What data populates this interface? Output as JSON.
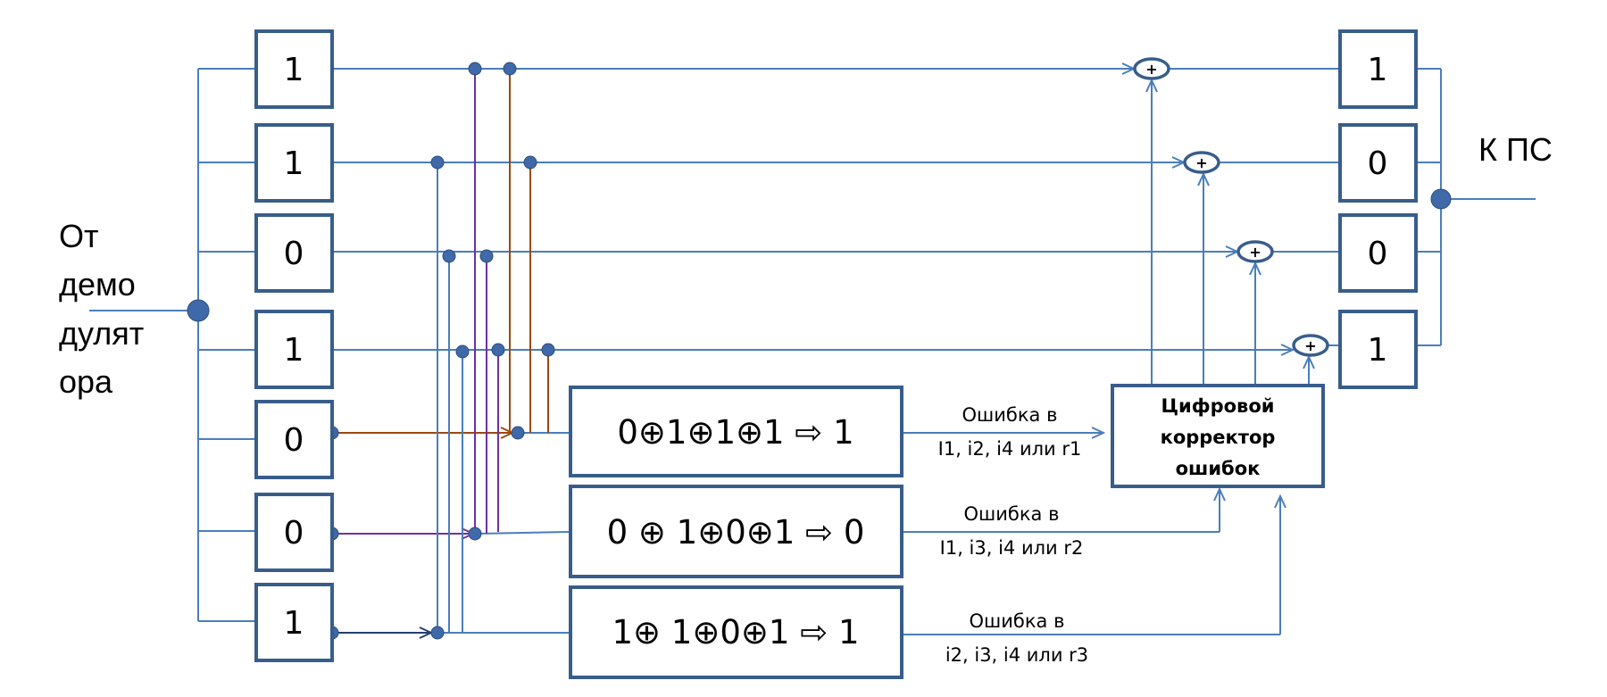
{
  "input_label": [
    "От",
    "демо",
    "дулят",
    "ора"
  ],
  "output_label": "К ПС",
  "input_bits": [
    "1",
    "1",
    "0",
    "1",
    "0",
    "0",
    "1"
  ],
  "output_bits": [
    "1",
    "0",
    "0",
    "1"
  ],
  "syndromes": [
    {
      "equation": "0⊕1⊕1⊕1 ⇨ 1",
      "error_line1": "Ошибка в",
      "error_line2": "I1, i2, i4 или r1"
    },
    {
      "equation": "0 ⊕ 1⊕0⊕1 ⇨ 0",
      "error_line1": "Ошибка в",
      "error_line2": "I1, i3, i4 или r2"
    },
    {
      "equation": "1⊕ 1⊕0⊕1 ⇨ 1",
      "error_line1": "Ошибка в",
      "error_line2": "i2, i3, i4 или r3"
    }
  ],
  "corrector": [
    "Цифровой",
    "корректор",
    "ошибок"
  ],
  "xor_symbol": "+",
  "colors": {
    "wire": "#4a7ebb",
    "box_border": "#385d8a",
    "brown": "#9c4a0e",
    "purple": "#7030a0",
    "navy": "#24406e"
  }
}
